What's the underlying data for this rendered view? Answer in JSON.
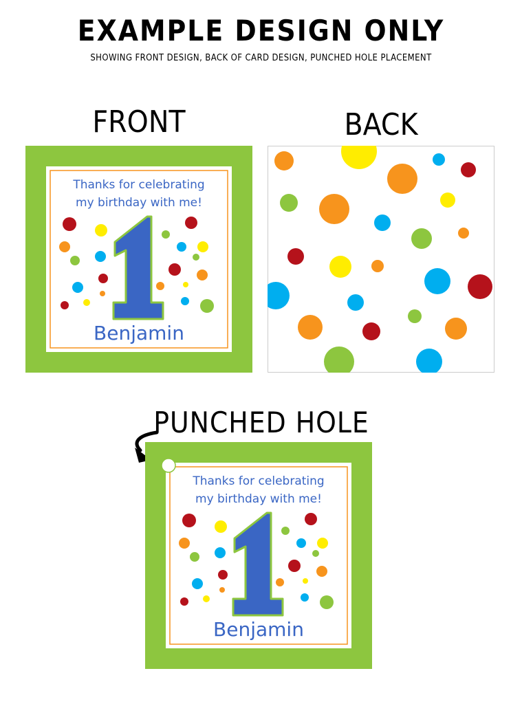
{
  "header": {
    "title": "EXAMPLE DESIGN ONLY",
    "subtitle": "SHOWING FRONT DESIGN, BACK OF CARD DESIGN, PUNCHED HOLE PLACEMENT"
  },
  "labels": {
    "front": "FRONT",
    "back": "BACK",
    "punched_hole": "PUNCHED HOLE"
  },
  "card": {
    "message_line1": "Thanks for celebrating",
    "message_line2": "my birthday with me!",
    "number": "1",
    "name": "Benjamin"
  },
  "colors": {
    "border_green": "#8dc63f",
    "inner_orange": "#f7941d",
    "text_blue": "#3a66c4",
    "number_blue": "#3a66c4",
    "dot_red": "#b5121b",
    "dot_yellow": "#ffed00",
    "dot_orange": "#f7941d",
    "dot_green": "#8dc63f",
    "dot_cyan": "#00aeef"
  }
}
